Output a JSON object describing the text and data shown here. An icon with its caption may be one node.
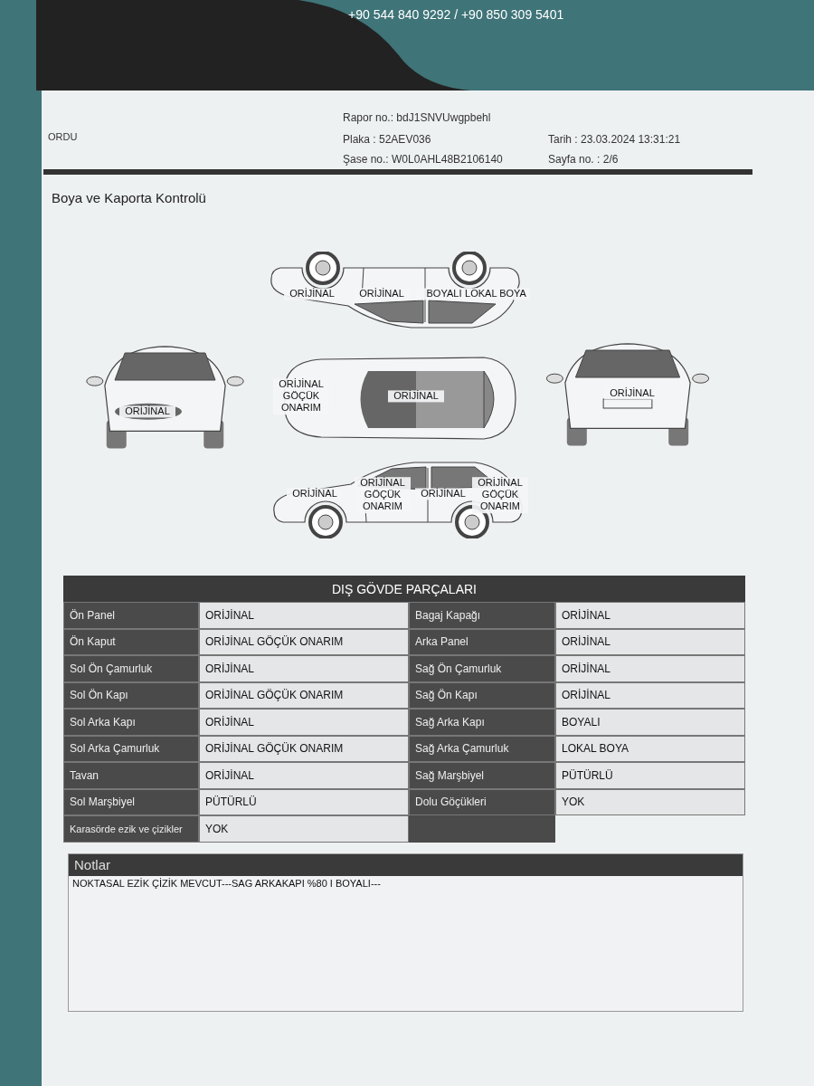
{
  "diagram": {
    "title": "Boya ve Kaporta Kontrolü",
    "nodes": [
      {
        "text": [
          "ORİJİNAL",
          "ORİJİNAL",
          "BOYALI",
          "LOKAL BOYA"
        ]
      },
      {
        "text": [
          "ORİJİNAL"
        ]
      },
      {
        "text": [
          "ORİJİNAL GÖÇÜK ONARIM",
          "ORİJİNAL"
        ]
      },
      {
        "text": [
          "ORİJİNAL"
        ]
      },
      {
        "text": [
          "ORİJİNAL",
          "ORİJİNAL GÖÇÜK ONARIM",
          "ORİJİNAL",
          "ORİJİNAL GÖÇÜK ONARIM"
        ]
      }
    ],
    "labels": [
      "+90 544 840 9292 / +90 850 309 5401",
      "ORDU",
      "Rapor no.: bdJ1SNVUwgpbehl",
      "Plaka : 52AEV036",
      "Tarih : 23.03.2024 13:31:21",
      "Şase no.: W0L0AHL48B2106140",
      "Sayfa no. : 2/6",
      "DIŞ GÖVDE PARÇALARI",
      "Ön Panel",
      "ORİJİNAL",
      "Bagaj Kapağı",
      "ORİJİNAL",
      "Ön Kaput",
      "ORİJİNAL GÖÇÜK ONARIM",
      "Arka Panel",
      "ORİJİNAL",
      "Sol Ön Çamurluk",
      "ORİJİNAL",
      "Sağ Ön Çamurluk",
      "ORİJİNAL",
      "Sol Ön Kapı",
      "ORİJİNAL GÖÇÜK ONARIM",
      "Sağ Ön Kapı",
      "ORİJİNAL",
      "Sol Arka Kapı",
      "ORİJİNAL",
      "Sağ Arka Kapı",
      "BOYALI",
      "Sol Arka Çamurluk",
      "ORİJİNAL GÖÇÜK ONARIM",
      "Sağ Arka Çamurluk",
      "LOKAL BOYA",
      "Tavan",
      "ORİJİNAL",
      "Sağ Marşbiyel",
      "PÜTÜRLÜ",
      "Sol Marşbiyel",
      "PÜTÜRLÜ",
      "Dolu Göçükleri",
      "YOK",
      "Karasörde ezik ve çizikler",
      "YOK",
      "Notlar",
      "NOKTASAL EZİK ÇİZİK MEVCUT---SAG ARKAKAPI %80 I BOYALI---"
    ]
  }
}
